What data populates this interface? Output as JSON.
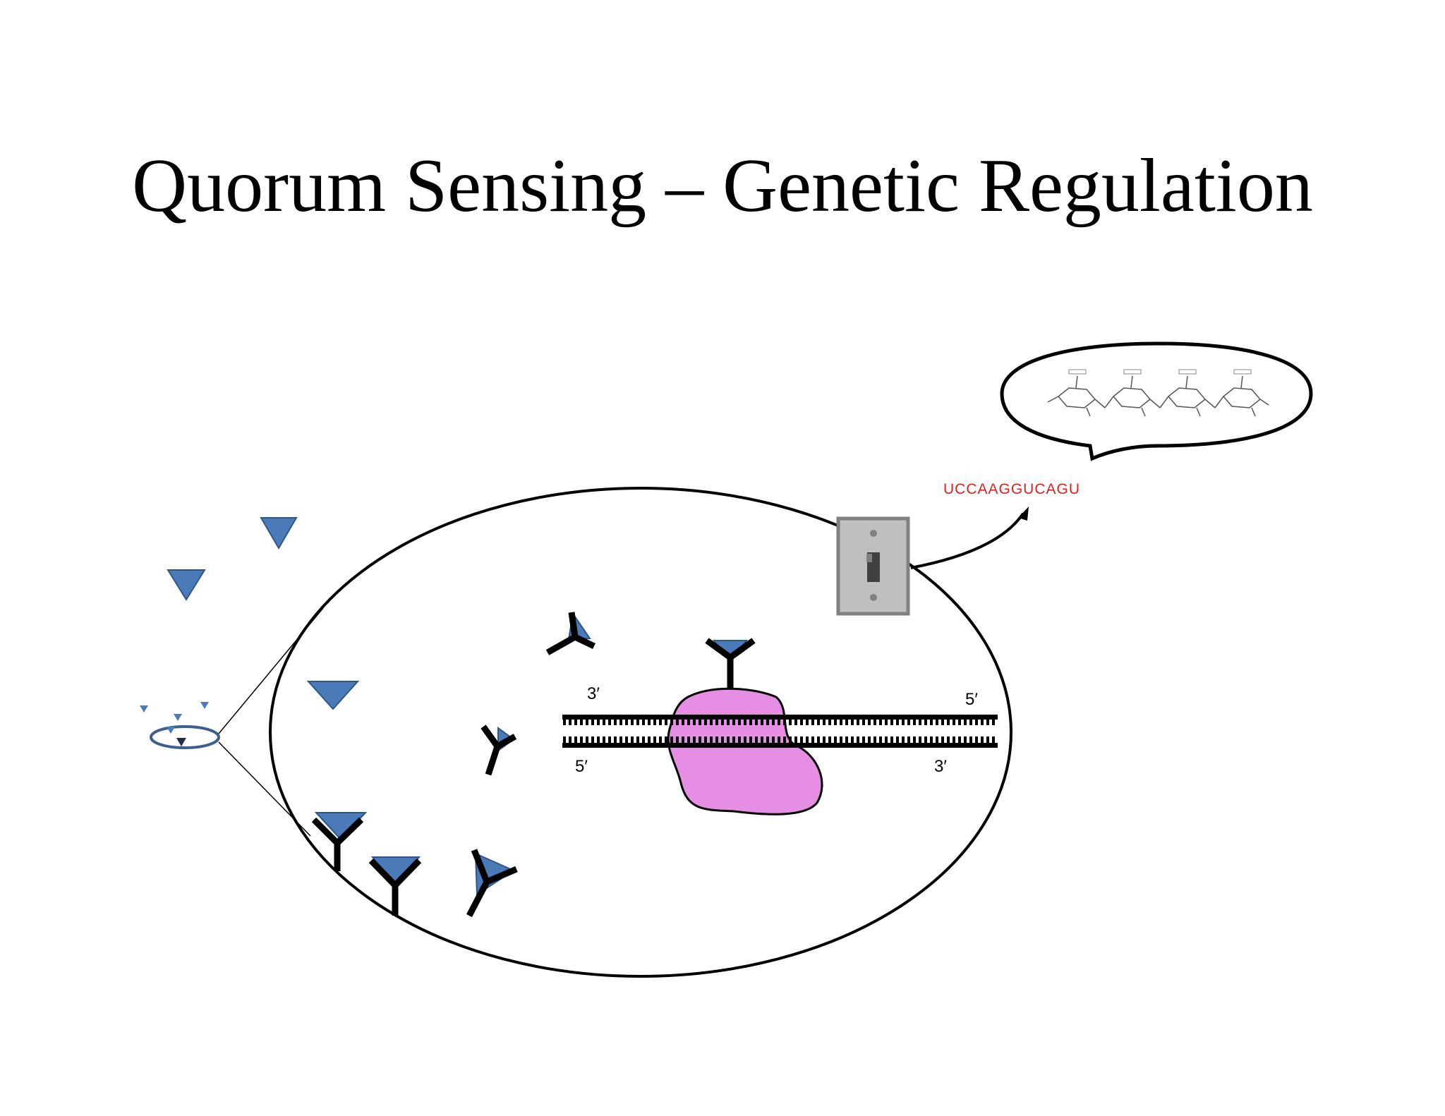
{
  "title": "Quorum Sensing – Genetic Regulation",
  "dna": {
    "top_left_end": "3′",
    "top_right_end": "5′",
    "bottom_left_end": "5′",
    "bottom_right_end": "3′"
  },
  "rna_sequence": "UCCAAGGUCAGU",
  "colors": {
    "autoinducer": "#4a7ab8",
    "transcription_factor": "#e58ee3",
    "rna": "#e0201c",
    "switch": "#bfbfbf",
    "cell_outline": "#000000"
  },
  "icons": {
    "switch": "light-switch-icon",
    "molecule": "polysaccharide-structure-icon"
  }
}
